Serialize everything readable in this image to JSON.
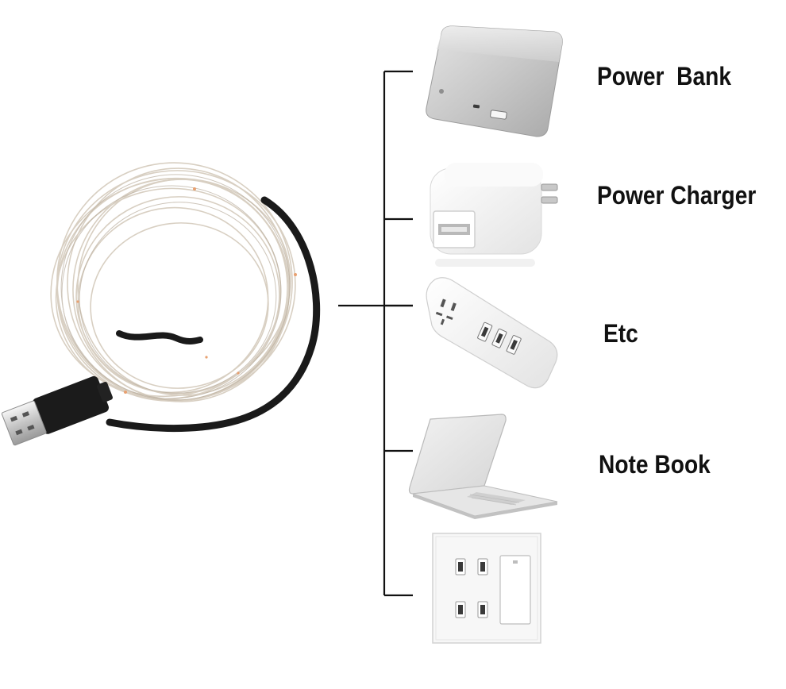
{
  "labels": {
    "power_bank": "Power  Bank",
    "power_charger": "Power Charger",
    "etc": "Etc",
    "note_book": "Note Book"
  },
  "icons": {
    "string_light": "usb-fairy-string-light-icon",
    "power_bank": "power-bank-icon",
    "power_charger": "usb-wall-charger-icon",
    "power_strip": "power-strip-icon",
    "laptop": "laptop-icon",
    "wall_socket": "usb-wall-socket-icon"
  },
  "colors": {
    "connector_line": "#111111",
    "cable": "#1a1a1a",
    "copper_wire": "#d8cfc2",
    "device_white": "#f4f4f4",
    "device_silver": "#c9c9c9"
  }
}
